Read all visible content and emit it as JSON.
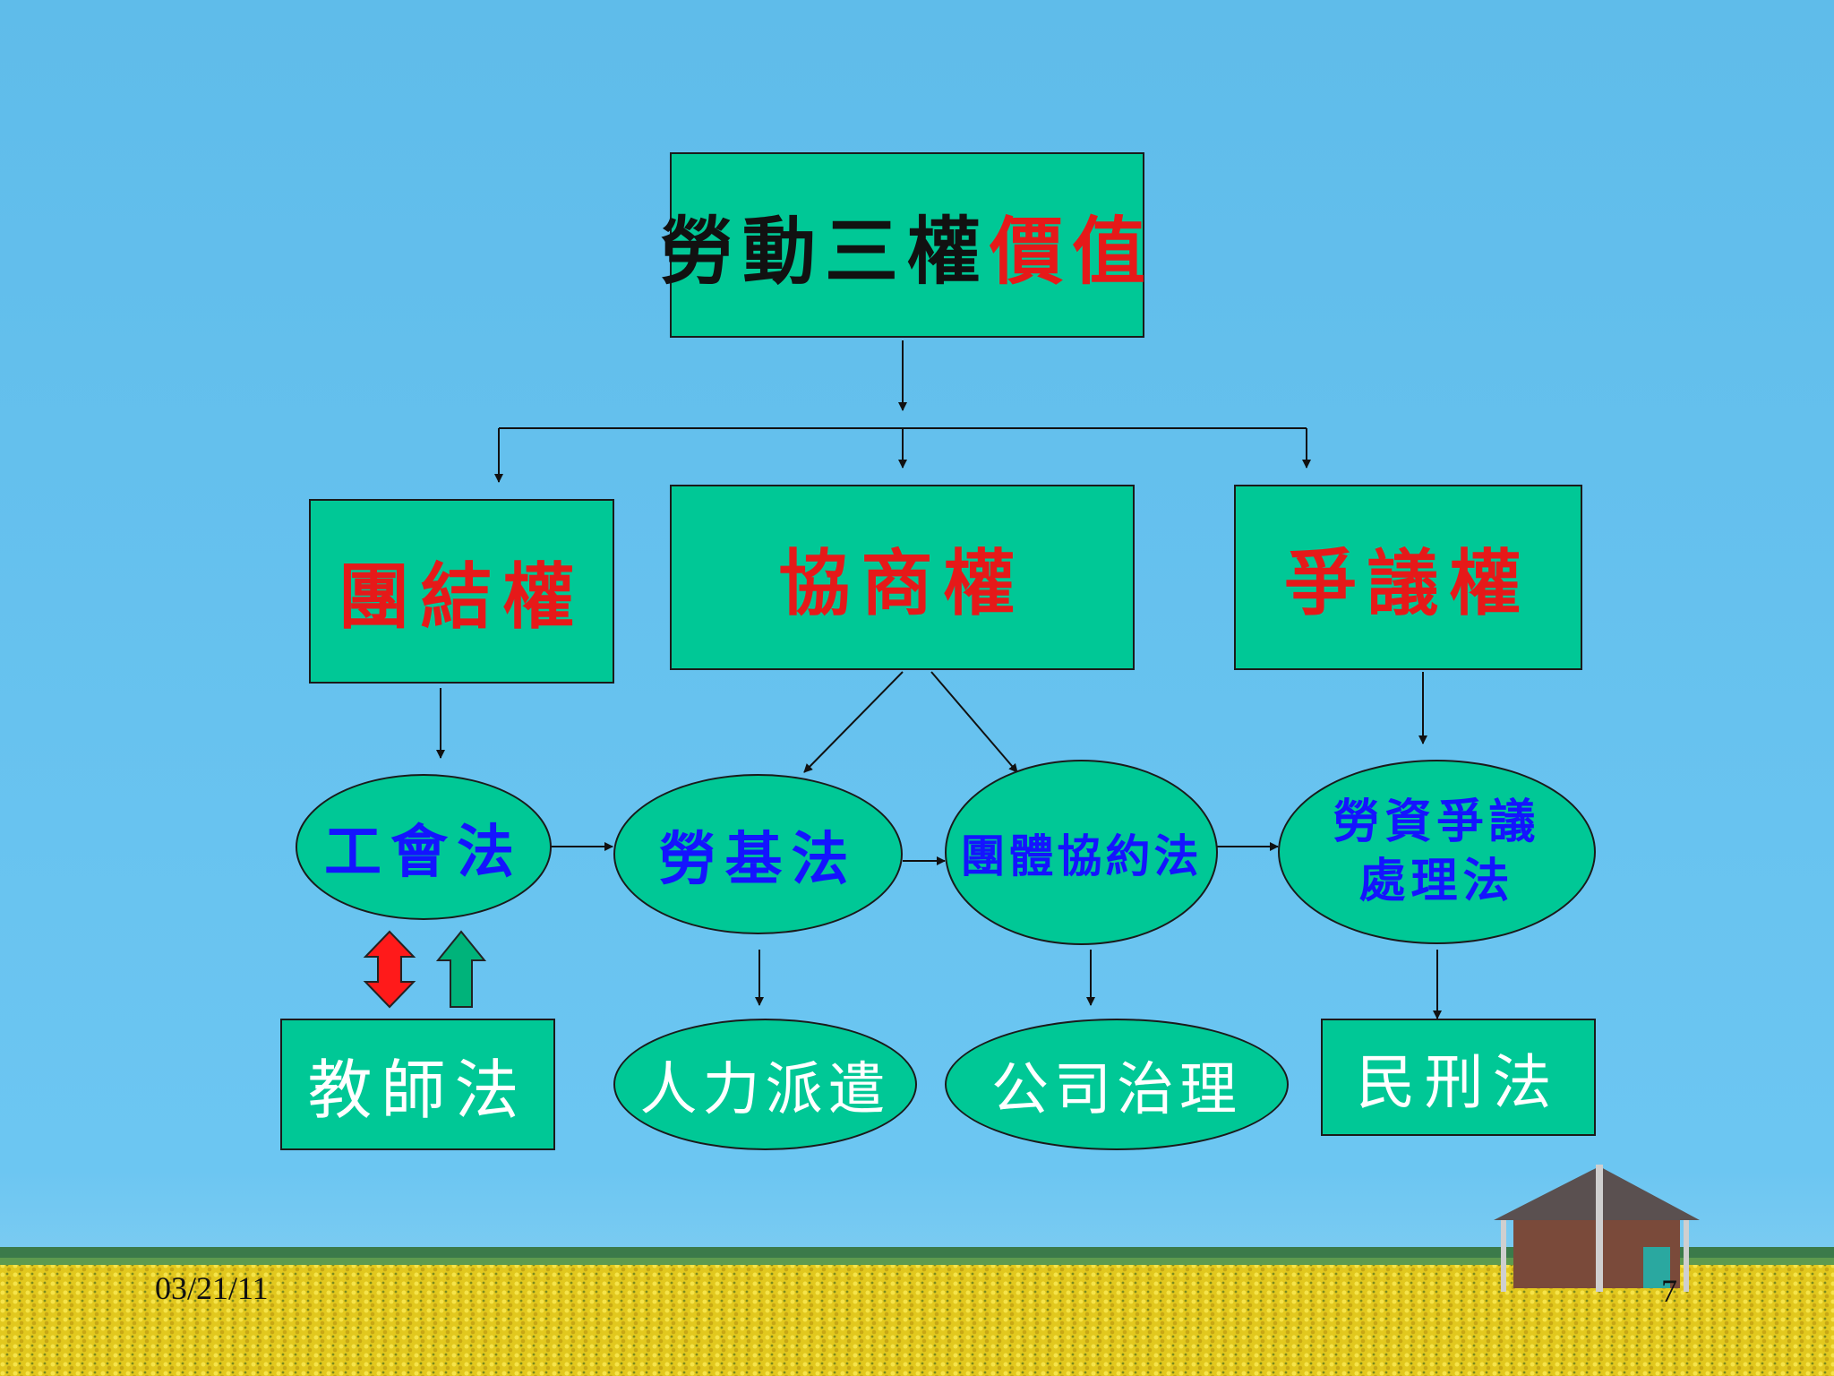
{
  "slide": {
    "title_part1": "勞動三權",
    "title_part2": "價值",
    "date": "03/21/11",
    "page_number": "7"
  },
  "rights": {
    "association": "團結權",
    "bargaining": "協商權",
    "dispute": "爭議權"
  },
  "laws": {
    "union_act": "工會法",
    "labor_standards_act": "勞基法",
    "collective_agreement_act": "團體協約法",
    "dispute_settlement_act": "勞資爭議\n處理法"
  },
  "outcomes": {
    "teachers_act": "教師法",
    "labor_dispatch": "人力派遣",
    "corporate_governance": "公司治理",
    "civil_criminal_law": "民刑法"
  },
  "colors": {
    "box_fill": "#00c896",
    "title_black": "#111111",
    "title_red": "#e61919",
    "law_blue": "#1414ff",
    "arrow_red": "#ff1a1a",
    "arrow_green": "#00b37a"
  }
}
